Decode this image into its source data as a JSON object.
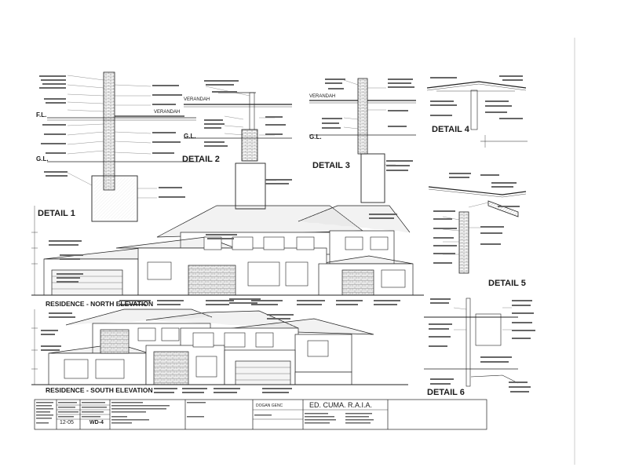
{
  "details": {
    "d1": "DETAIL 1",
    "d2": "DETAIL 2",
    "d3": "DETAIL 3",
    "d4": "DETAIL 4",
    "d5": "DETAIL 5",
    "d6": "DETAIL 6"
  },
  "levels": {
    "fl": "F.L.",
    "gl1": "G.L.",
    "gl2": "G.L.",
    "gl3": "G.L.",
    "verandah1": "VERANDAH",
    "verandah2": "VERANDAH",
    "verandah3": "VERANDAH"
  },
  "elevations": {
    "north": "RESIDENCE - NORTH ELEVATION",
    "south": "RESIDENCE - SOUTH ELEVATION"
  },
  "title_block": {
    "firm": "ED. CUMA. R.A.I.A.",
    "client": "DOGAN GENC",
    "date": "12-05",
    "drawing_no": "WD-4"
  }
}
